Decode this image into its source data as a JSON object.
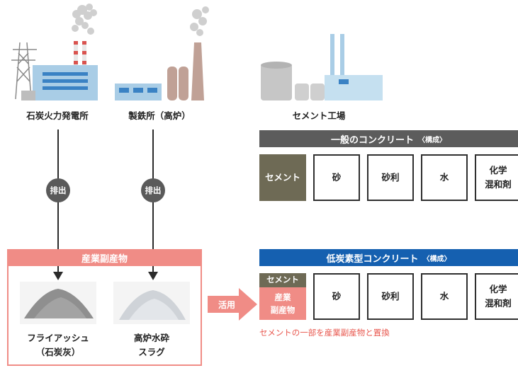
{
  "facilities": {
    "coal_plant": "石炭火力発電所",
    "steel_mill": "製鉄所（高炉）",
    "cement_plant": "セメント工場"
  },
  "discharge_label": "排出",
  "byproducts": {
    "title": "産業副産物",
    "fly_ash": {
      "line1": "フライアッシュ",
      "line2": "（石炭灰）"
    },
    "slag": {
      "line1": "高炉水砕",
      "line2": "スラグ"
    }
  },
  "utilize_label": "活用",
  "general_concrete": {
    "title": "一般のコンクリート",
    "subtitle": "〈構成〉",
    "cement": "セメント",
    "items": [
      "砂",
      "砂利",
      "水",
      "化学\n混和剤"
    ]
  },
  "low_carbon_concrete": {
    "title": "低炭素型コンクリート",
    "subtitle": "〈構成〉",
    "cement": "セメント",
    "byproduct": "産業\n副産物",
    "items": [
      "砂",
      "砂利",
      "水",
      "化学\n混和剤"
    ],
    "note": "セメントの一部を産業副産物と置換"
  },
  "colors": {
    "olive": "#6e6a55",
    "dark_bar": "#5c5c5c",
    "blue_bar": "#1560b0",
    "pink": "#f08c86",
    "note_red": "#e8584f"
  }
}
